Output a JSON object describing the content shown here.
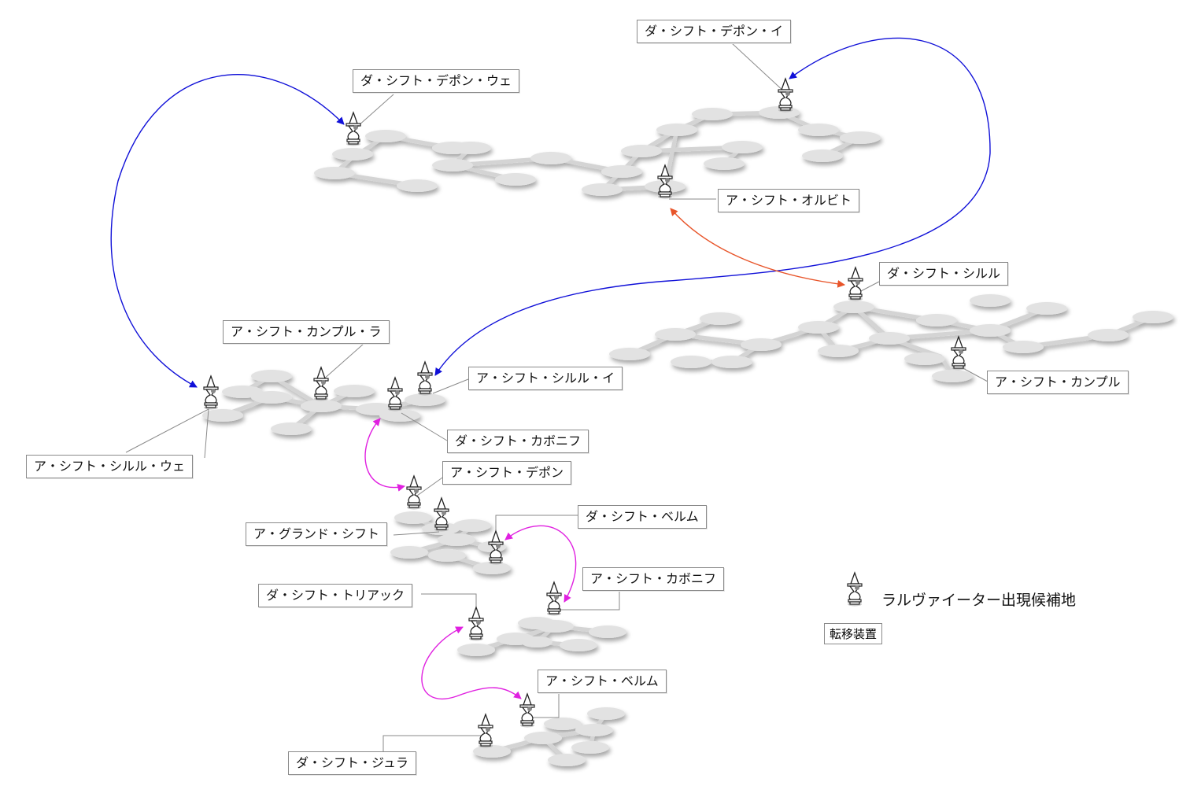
{
  "labels": {
    "da_depon_i": "ダ・シフト・デポン・イ",
    "da_depon_we": "ダ・シフト・デポン・ウェ",
    "a_orbit": "ア・シフト・オルビト",
    "da_silul": "ダ・シフト・シルル",
    "a_kanpul_ra": "ア・シフト・カンプル・ラ",
    "a_silul_i": "ア・シフト・シルル・イ",
    "a_kanpul": "ア・シフト・カンプル",
    "da_kabonif": "ダ・シフト・カボニフ",
    "a_silul_we": "ア・シフト・シルル・ウェ",
    "a_depon": "ア・シフト・デポン",
    "a_grand": "ア・グランド・シフト",
    "da_velm": "ダ・シフト・ベルム",
    "a_kabonif": "ア・シフト・カボニフ",
    "da_triak": "ダ・シフト・トリアック",
    "a_velm": "ア・シフト・ベルム",
    "da_jura": "ダ・シフト・ジュラ"
  },
  "legend": {
    "marker_label": "ラルヴァイーター出現候補地",
    "box_label": "転移装置",
    "marker_icon": "teleporter-icon"
  },
  "colors": {
    "blue": "#1010d8",
    "orange": "#e8552a",
    "magenta": "#e020e0",
    "island": "#e2e2e2",
    "bridge": "#d6d6d6"
  }
}
